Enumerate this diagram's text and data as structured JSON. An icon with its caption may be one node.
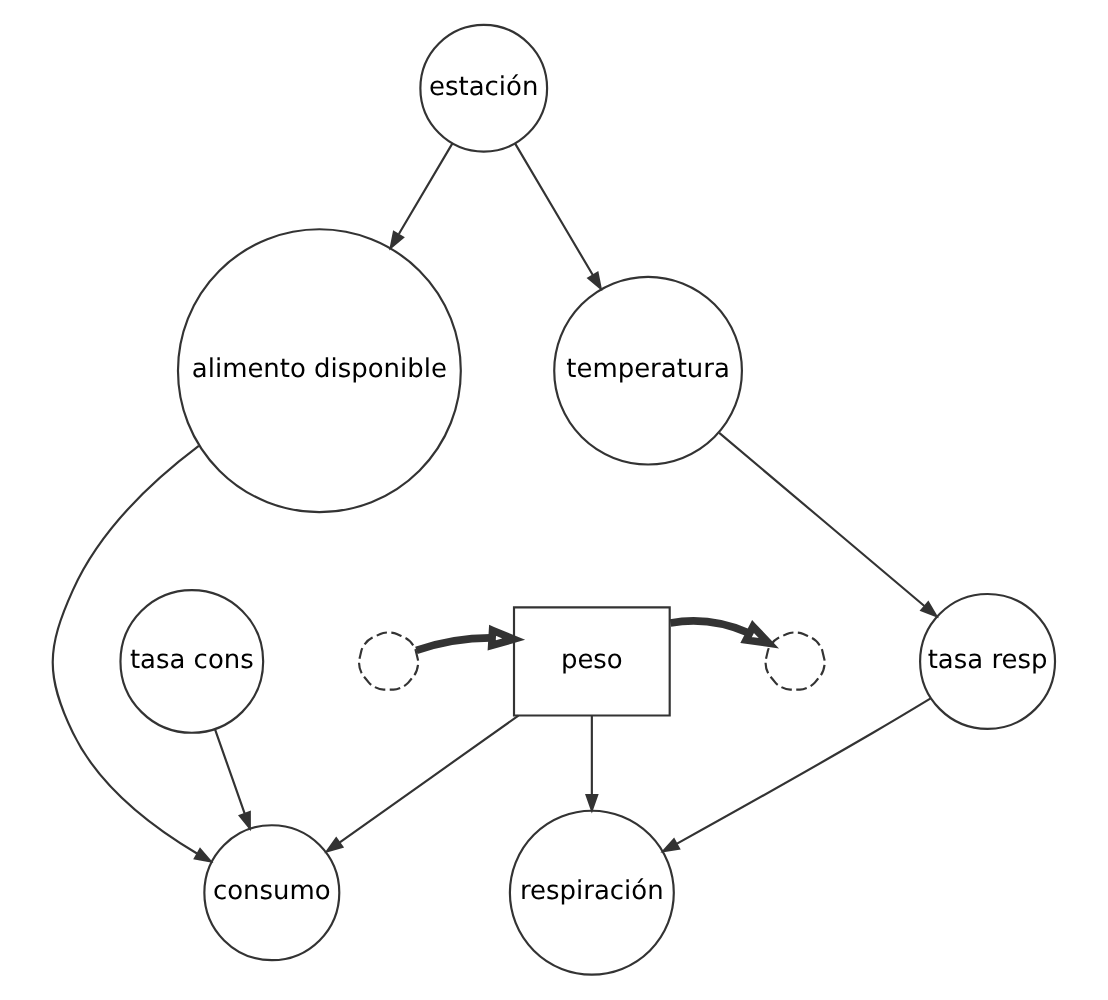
{
  "diagram": {
    "nodes": [
      {
        "text": [
          "estación"
        ]
      },
      {
        "text": [
          "alimento disponible"
        ]
      },
      {
        "text": [
          "temperatura"
        ]
      },
      {
        "text": [
          "tasa cons"
        ]
      },
      {
        "text": [
          "tasa resp"
        ]
      },
      {
        "text": [
          "peso"
        ]
      },
      {
        "text": [
          "consumo"
        ]
      },
      {
        "text": [
          "respiración"
        ]
      },
      {
        "text": [],
        "shape": "cloud"
      },
      {
        "text": [],
        "shape": "cloud"
      }
    ],
    "edges": [
      {
        "from": 0,
        "to": 1,
        "arrow": "to"
      },
      {
        "from": 0,
        "to": 2,
        "arrow": "to"
      },
      {
        "from": 2,
        "to": 4,
        "arrow": "to"
      },
      {
        "from": 1,
        "to": 6,
        "arrow": "to"
      },
      {
        "from": 3,
        "to": 6,
        "arrow": "to"
      },
      {
        "from": 4,
        "to": 7,
        "arrow": "to"
      },
      {
        "from": 5,
        "to": 6,
        "arrow": "to"
      },
      {
        "from": 5,
        "to": 7,
        "arrow": "to"
      },
      {
        "from": 8,
        "to": 5,
        "arrow": "to",
        "style": "thick"
      },
      {
        "from": 5,
        "to": 9,
        "arrow": "to",
        "style": "thick"
      }
    ]
  }
}
